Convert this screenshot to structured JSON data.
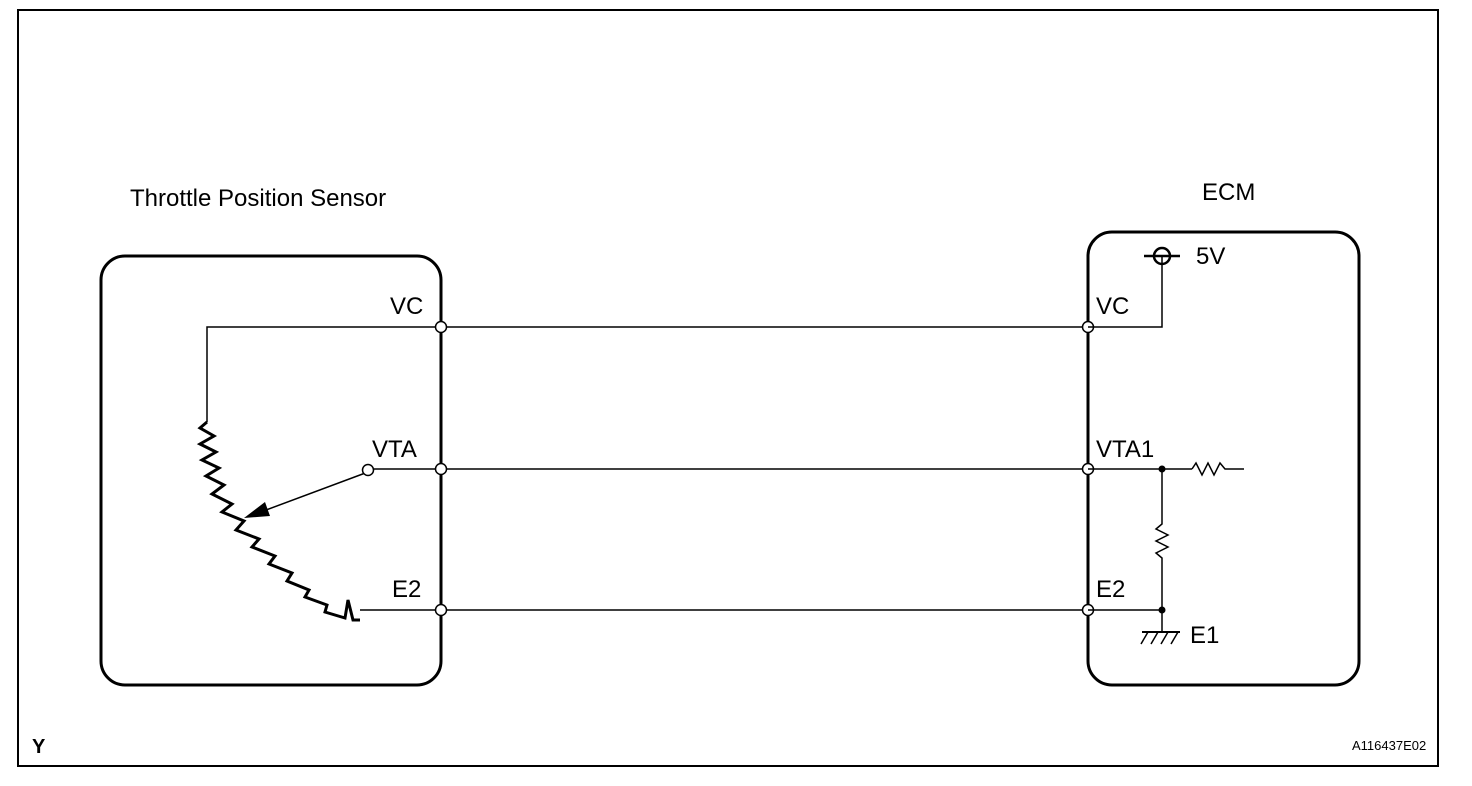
{
  "sensor": {
    "title": "Throttle Position Sensor",
    "terminals": {
      "vc": "VC",
      "vta": "VTA",
      "e2": "E2"
    }
  },
  "ecm": {
    "title": "ECM",
    "supply": "5V",
    "terminals": {
      "vc": "VC",
      "vta1": "VTA1",
      "e2": "E2"
    },
    "ground": "E1"
  },
  "footer": {
    "left_mark": "Y",
    "figure_id": "A116437E02"
  }
}
